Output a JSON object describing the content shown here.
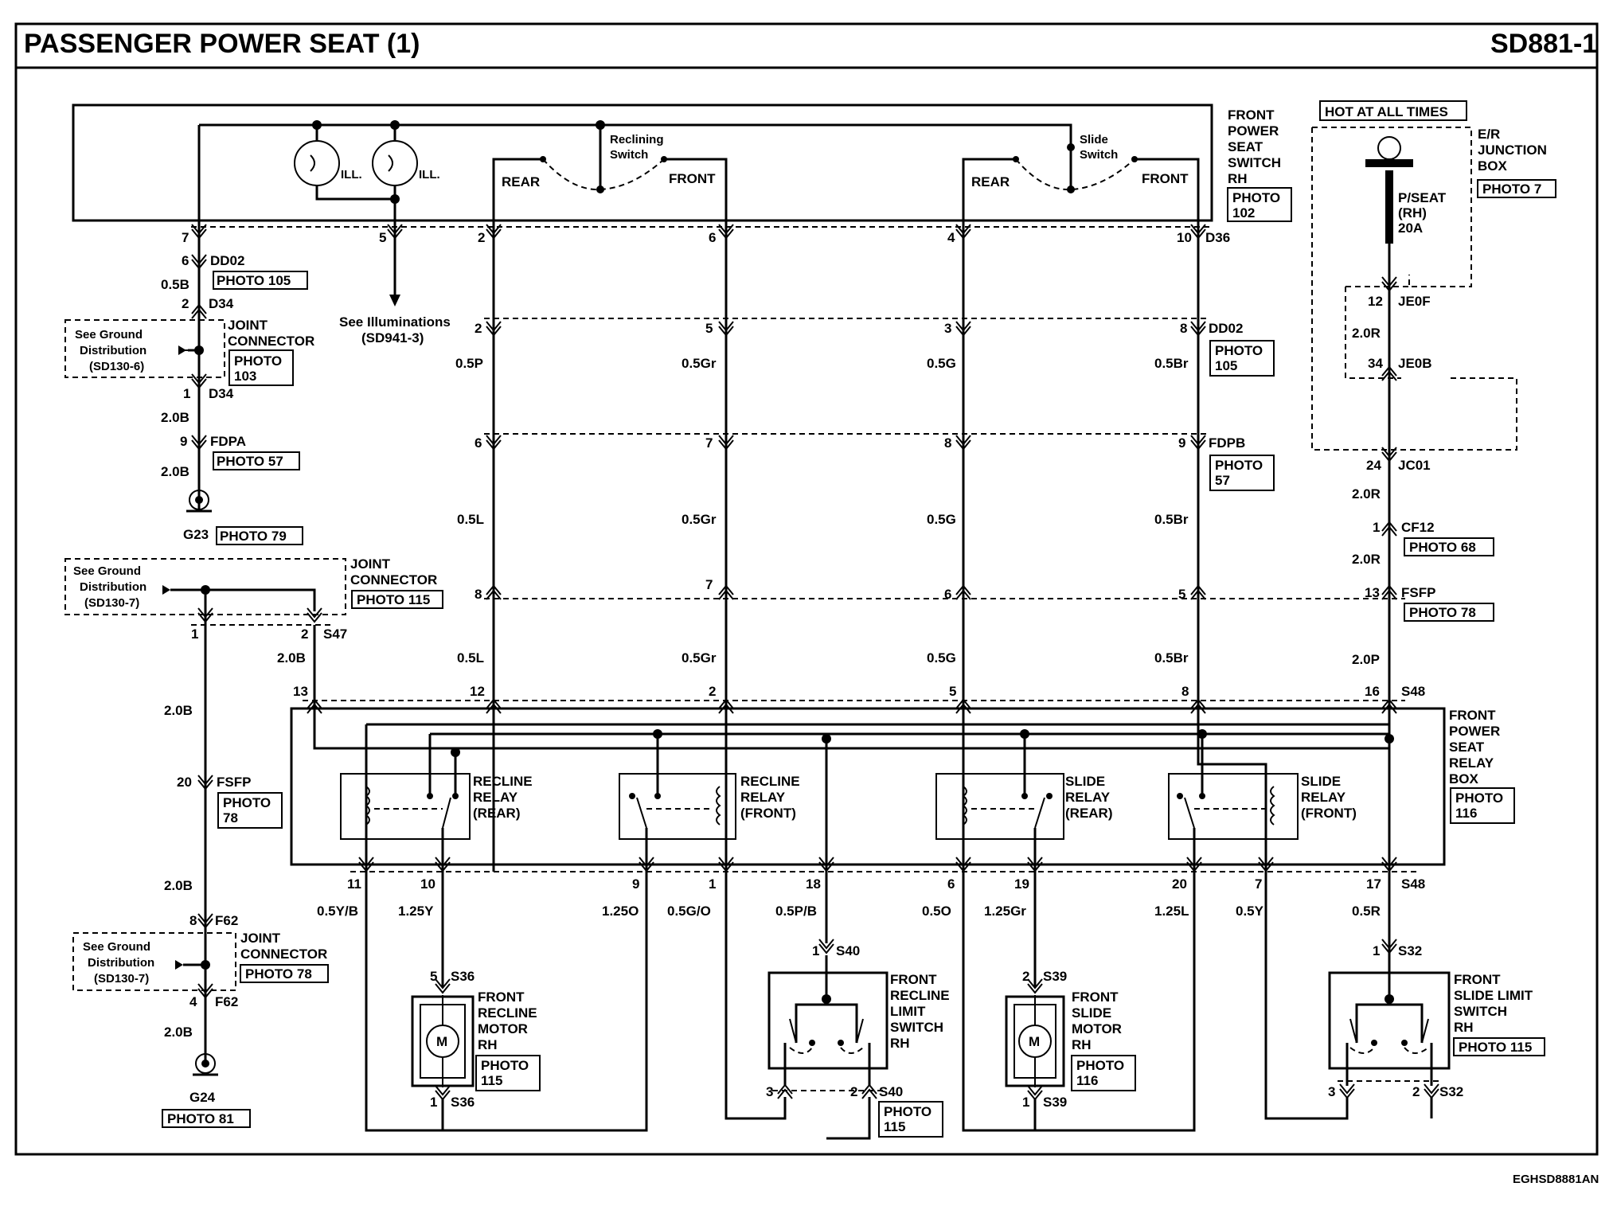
{
  "header": {
    "title": "PASSENGER POWER SEAT (1)",
    "code": "SD881-1",
    "footer_code": "EGHSD8881AN"
  },
  "switch": {
    "name_lines": [
      "FRONT",
      "POWER",
      "SEAT",
      "SWITCH",
      "RH"
    ],
    "photo": [
      "PHOTO",
      "102"
    ],
    "ill": "ILL.",
    "reclining_label": [
      "Reclining",
      "Switch"
    ],
    "slide_label": [
      "Slide",
      "Switch"
    ],
    "rear": "REAR",
    "front": "FRONT"
  },
  "junction_box": {
    "hot_label": "HOT AT ALL TIMES",
    "name_lines": [
      "E/R",
      "JUNCTION",
      "BOX"
    ],
    "photo": "PHOTO 7",
    "fuse_lines": [
      "P/SEAT",
      "(RH)",
      "20A"
    ]
  },
  "left_column": {
    "pin_7": "7",
    "pin_6": "6",
    "dd02": "DD02",
    "photo_105": "PHOTO 105",
    "wire_05b": "0.5B",
    "pin_2": "2",
    "d34_top": "D34",
    "ground_dist_1": [
      "See Ground",
      "Distribution",
      "(SD130-6)"
    ],
    "joint_connector": [
      "JOINT",
      "CONNECTOR"
    ],
    "photo_103": [
      "PHOTO",
      "103"
    ],
    "pin_1": "1",
    "d34_bottom": "D34",
    "wire_20b_1": "2.0B",
    "pin_9": "9",
    "fdpa": "FDPA",
    "photo_57": "PHOTO 57",
    "wire_20b_2": "2.0B",
    "g23": "G23",
    "photo_79": "PHOTO 79",
    "pin_5": "5",
    "see_illum": [
      "See Illuminations",
      "(SD941-3)"
    ]
  },
  "left_lower": {
    "ground_dist_2": [
      "See Ground",
      "Distribution",
      "(SD130-7)"
    ],
    "joint_connector_2": [
      "JOINT",
      "CONNECTOR"
    ],
    "photo_115": "PHOTO 115",
    "pin_1": "1",
    "pin_2": "2",
    "s47": "S47",
    "wire_20b_a": "2.0B",
    "pin_13": "13",
    "wire_20b_b": "2.0B",
    "pin_20": "20",
    "fsfp": "FSFP",
    "photo_78": [
      "PHOTO",
      "78"
    ],
    "wire_20b_c": "2.0B",
    "pin_8": "8",
    "f62_top": "F62",
    "ground_dist_3": [
      "See Ground",
      "Distribution",
      "(SD130-7)"
    ],
    "joint_connector_3": [
      "JOINT",
      "CONNECTOR"
    ],
    "photo_78_b": "PHOTO 78",
    "pin_4": "4",
    "f62_bottom": "F62",
    "wire_20b_d": "2.0B",
    "g24": "G24",
    "photo_81": "PHOTO 81"
  },
  "connectors": {
    "d36": "D36",
    "dd02": "DD02",
    "photo_105": [
      "PHOTO",
      "105"
    ],
    "fdpb": "FDPB",
    "photo_57": [
      "PHOTO",
      "57"
    ],
    "s48": "S48",
    "je0f": "JE0F",
    "je0b": "JE0B",
    "jc01": "JC01",
    "cf12": "CF12",
    "photo_68": "PHOTO 68",
    "fsfp": "FSFP",
    "photo_78": "PHOTO 78"
  },
  "columns": [
    {
      "d36": "2",
      "dd02": "2",
      "w1": "0.5P",
      "fdpb": "6",
      "w2": "0.5L",
      "fsfp": "8",
      "w3": "0.5L",
      "s48": "12"
    },
    {
      "d36": "6",
      "dd02": "5",
      "w1": "0.5Gr",
      "fdpb": "7",
      "w2": "0.5Gr",
      "fsfp": "7",
      "w3": "0.5Gr",
      "s48": "2"
    },
    {
      "d36": "4",
      "dd02": "3",
      "w1": "0.5G",
      "fdpb": "8",
      "w2": "0.5G",
      "fsfp": "6",
      "w3": "0.5G",
      "s48": "5"
    },
    {
      "d36": "10",
      "dd02": "8",
      "w1": "0.5Br",
      "fdpb": "9",
      "w2": "0.5Br",
      "fsfp": "5",
      "w3": "0.5Br",
      "s48": "8"
    }
  ],
  "power_column": {
    "pin_12": "12",
    "wire_20r_a": "2.0R",
    "pin_34": "34",
    "pin_24": "24",
    "wire_20r_b": "2.0R",
    "pin_1": "1",
    "wire_20r_c": "2.0R",
    "pin_13": "13",
    "wire_20p": "2.0P",
    "pin_16": "16"
  },
  "relay_box": {
    "name_lines": [
      "FRONT",
      "POWER",
      "SEAT",
      "RELAY",
      "BOX"
    ],
    "photo": [
      "PHOTO",
      "116"
    ],
    "relays": [
      [
        "RECLINE",
        "RELAY",
        "(REAR)"
      ],
      [
        "RECLINE",
        "RELAY",
        "(FRONT)"
      ],
      [
        "SLIDE",
        "RELAY",
        "(REAR)"
      ],
      [
        "SLIDE",
        "RELAY",
        "(FRONT)"
      ]
    ]
  },
  "bottom_pins": [
    {
      "pin": "11",
      "wire": "0.5Y/B"
    },
    {
      "pin": "10",
      "wire": "1.25Y"
    },
    {
      "pin": "9",
      "wire": "1.25O"
    },
    {
      "pin": "1",
      "wire": "0.5G/O"
    },
    {
      "pin": "18",
      "wire": "0.5P/B"
    },
    {
      "pin": "6",
      "wire": "0.5O"
    },
    {
      "pin": "19",
      "wire": "1.25Gr"
    },
    {
      "pin": "20",
      "wire": "1.25L"
    },
    {
      "pin": "7",
      "wire": "0.5Y"
    },
    {
      "pin": "17",
      "wire": "0.5R"
    }
  ],
  "bottom_s48": "S48",
  "components": {
    "recline_motor": {
      "name_lines": [
        "FRONT",
        "RECLINE",
        "MOTOR",
        "RH"
      ],
      "photo": [
        "PHOTO",
        "115"
      ],
      "pin_top": "5",
      "conn_top": "S36",
      "pin_bottom": "1",
      "conn_bottom": "S36",
      "m": "M"
    },
    "recline_limit": {
      "name_lines": [
        "FRONT",
        "RECLINE",
        "LIMIT",
        "SWITCH",
        "RH"
      ],
      "photo": [
        "PHOTO",
        "115"
      ],
      "pin_top": "1",
      "conn_top": "S40",
      "pin_3": "3",
      "pin_2": "2",
      "conn_bottom": "S40"
    },
    "slide_motor": {
      "name_lines": [
        "FRONT",
        "SLIDE",
        "MOTOR",
        "RH"
      ],
      "photo": [
        "PHOTO",
        "116"
      ],
      "pin_top": "2",
      "conn_top": "S39",
      "pin_bottom": "1",
      "conn_bottom": "S39",
      "m": "M"
    },
    "slide_limit": {
      "name_lines": [
        "FRONT",
        "SLIDE LIMIT",
        "SWITCH",
        "RH"
      ],
      "photo": "PHOTO 115",
      "pin_top": "1",
      "conn_top": "S32",
      "pin_3": "3",
      "pin_2": "2",
      "conn_bottom": "S32"
    }
  }
}
